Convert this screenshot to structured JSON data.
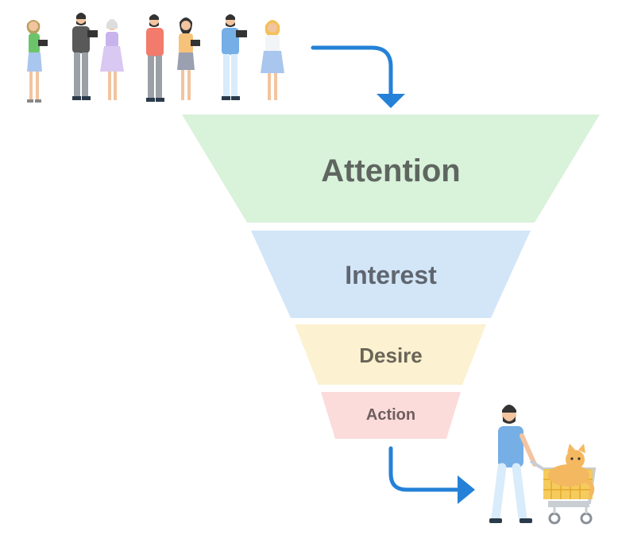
{
  "funnel": {
    "stages": [
      {
        "label": "Attention",
        "fill": "#d9f2da",
        "text_color": "#5f6660"
      },
      {
        "label": "Interest",
        "fill": "#d3e6f8",
        "text_color": "#5f6670"
      },
      {
        "label": "Desire",
        "fill": "#fcf1d0",
        "text_color": "#6a6558"
      },
      {
        "label": "Action",
        "fill": "#fbdcdb",
        "text_color": "#6e5e5e"
      }
    ]
  },
  "colors": {
    "arrow": "#2481d7",
    "cat": "#f4b860",
    "cart": "#f5c242",
    "skin": "#f2c4a0"
  },
  "icons": {
    "crowd": "people-group-icon",
    "arrow_in": "curved-arrow-down-icon",
    "arrow_out": "curved-arrow-right-icon",
    "shopper": "shopper-with-cart-icon"
  }
}
